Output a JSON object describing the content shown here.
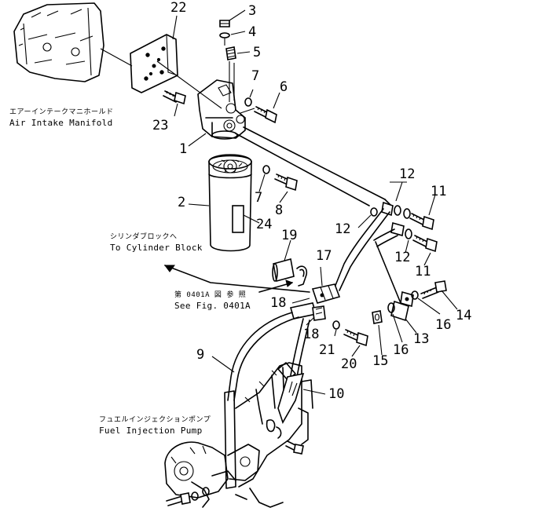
{
  "labels": {
    "air_intake_manifold": {
      "jp": "エアーインテークマニホールド",
      "en": "Air Intake Manifold"
    },
    "to_cylinder_block": {
      "jp": "シリンダブロックへ",
      "en": "To Cylinder Block"
    },
    "see_fig": {
      "jp": "第 0401A 図 参 照",
      "en": "See Fig. 0401A"
    },
    "fuel_injection_pump": {
      "jp": "フュエルインジェクションポンプ",
      "en": "Fuel Injection Pump"
    }
  },
  "callouts": {
    "n1": "1",
    "n2": "2",
    "n3": "3",
    "n4": "4",
    "n5": "5",
    "n6": "6",
    "n7a": "7",
    "n7b": "7",
    "n8": "8",
    "n9": "9",
    "n10": "10",
    "n11a": "11",
    "n11b": "11",
    "n12a": "12",
    "n12b": "12",
    "n12c": "12",
    "n13": "13",
    "n14": "14",
    "n15": "15",
    "n16a": "16",
    "n16b": "16",
    "n17": "17",
    "n18a": "18",
    "n18b": "18",
    "n19": "19",
    "n20": "20",
    "n21": "21",
    "n22": "22",
    "n23": "23",
    "n24": "24"
  },
  "colors": {
    "ink": "#000000",
    "paper": "#ffffff"
  }
}
